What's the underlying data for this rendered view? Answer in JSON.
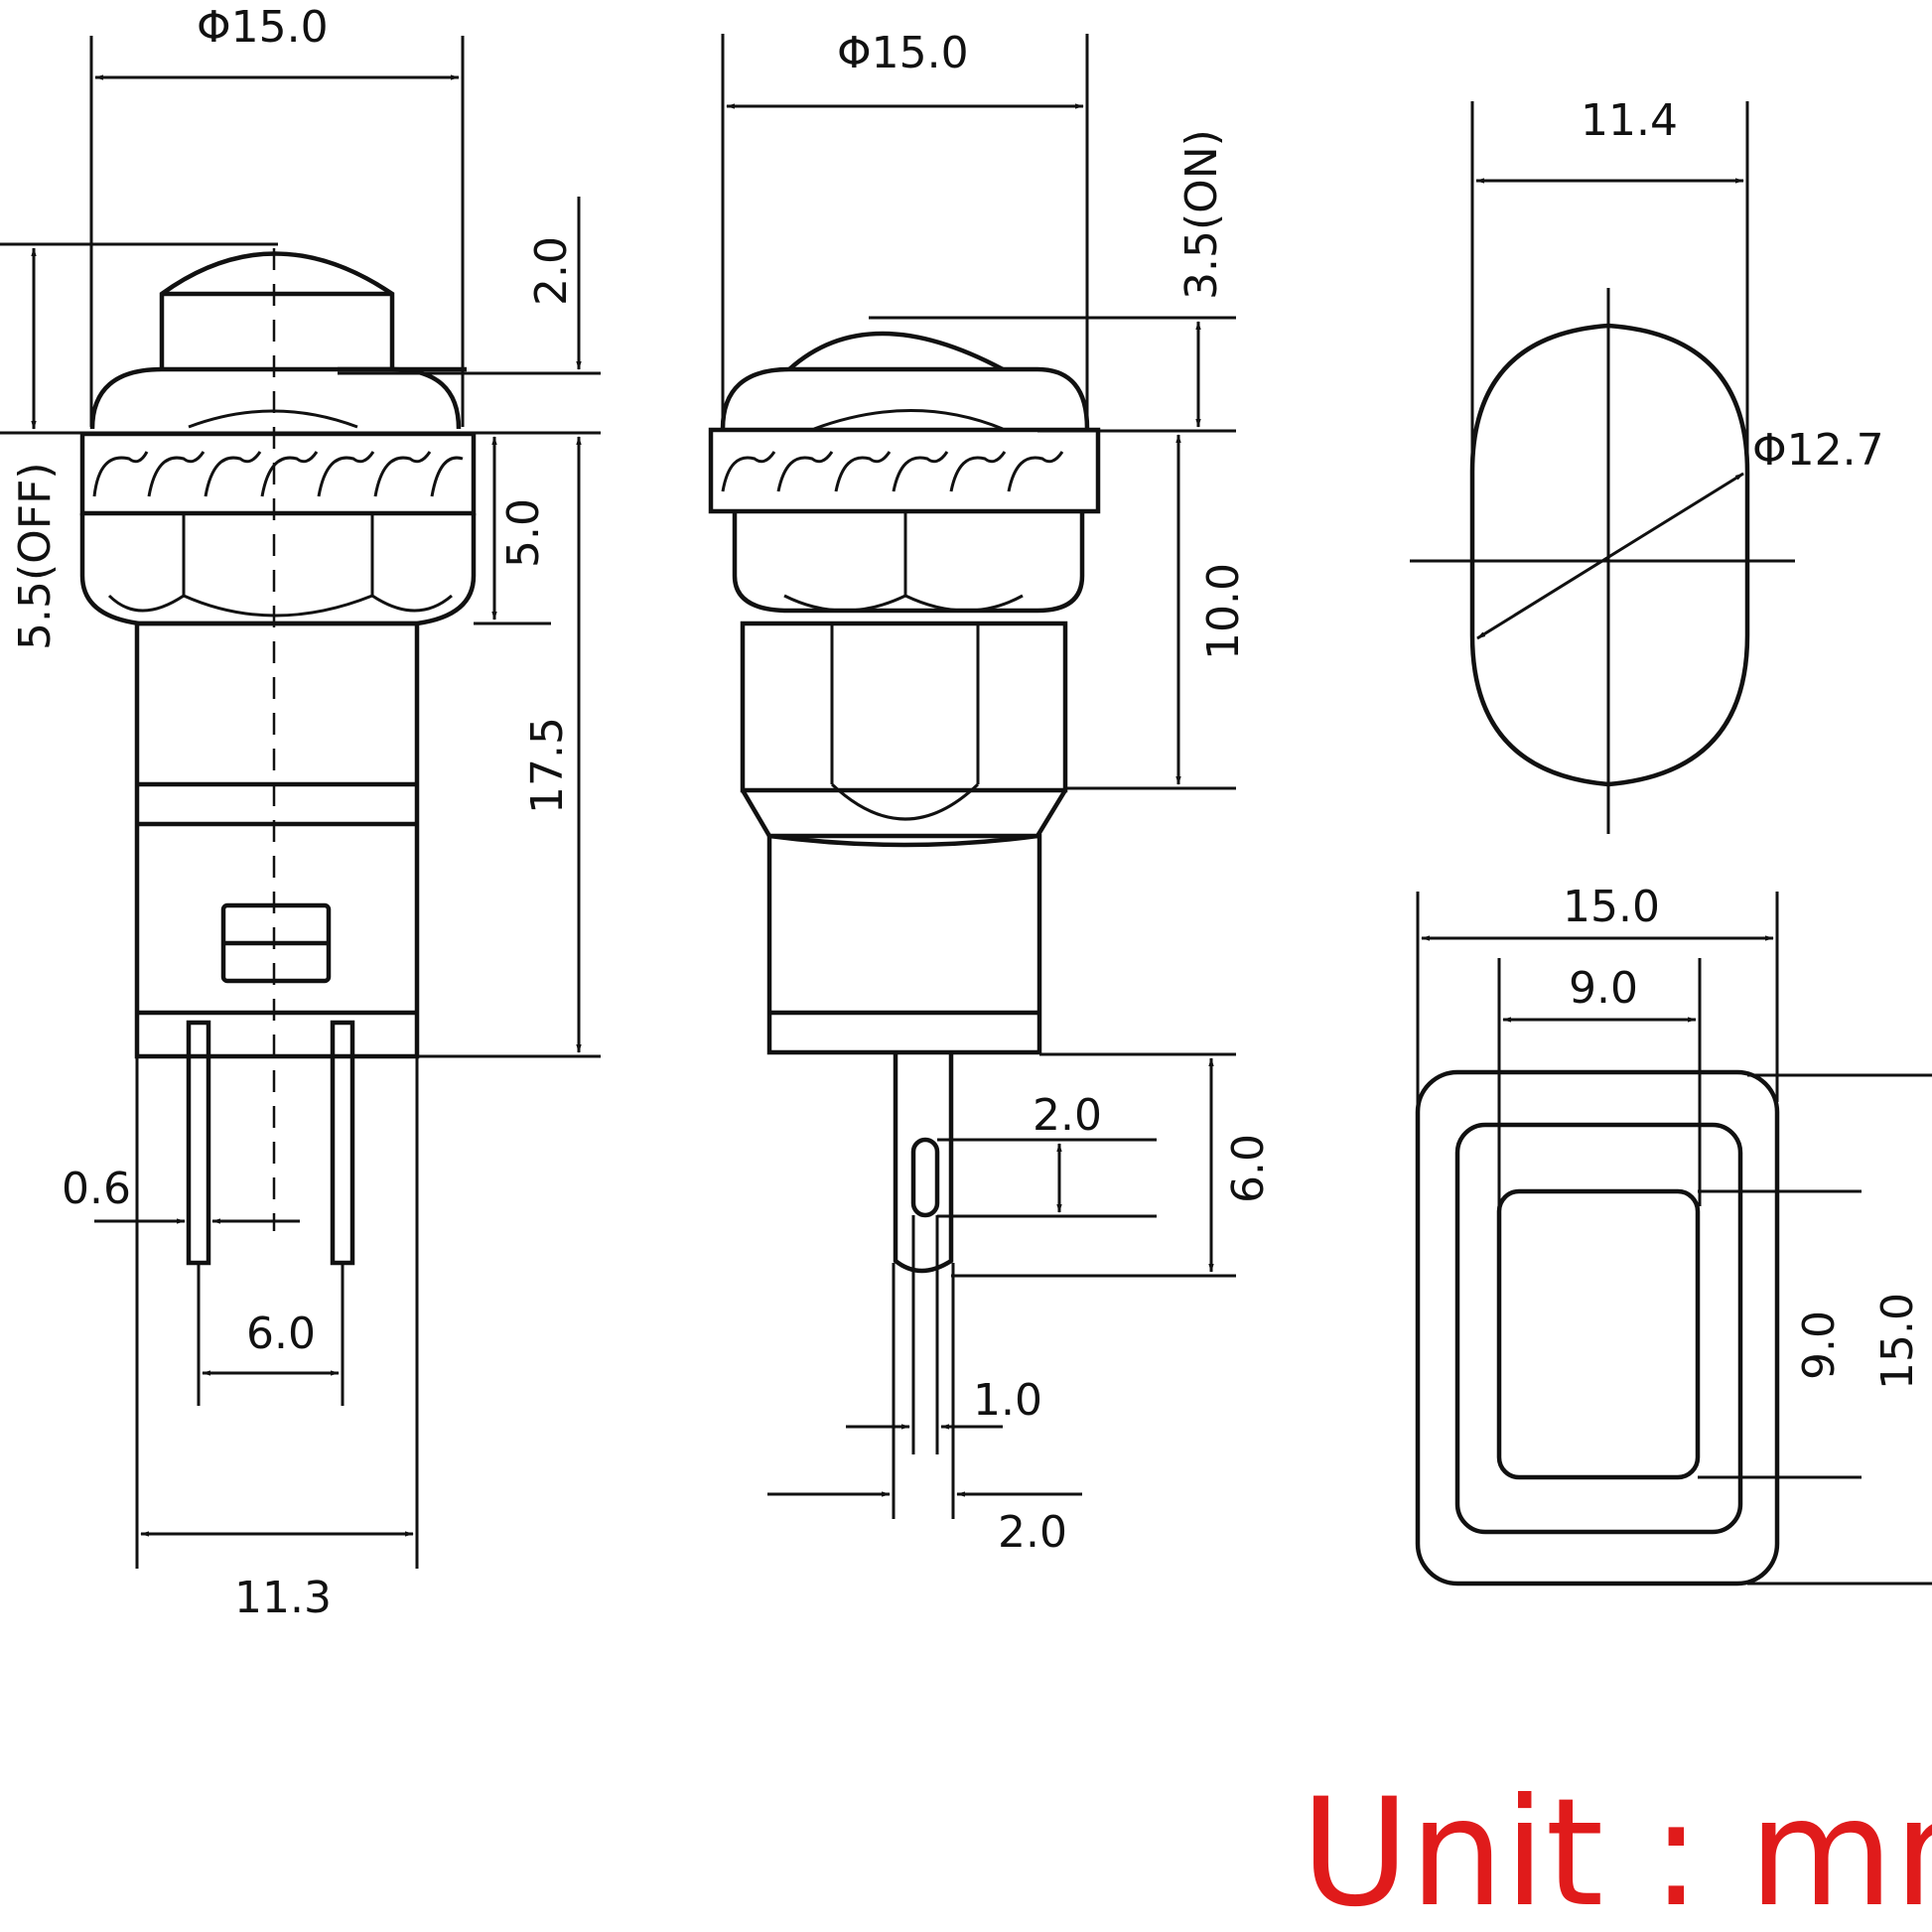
{
  "dimensions": {
    "side_diameter": "Φ15.0",
    "side_cap_height": "2.0",
    "side_off_travel": "5.5(OFF)",
    "side_flange_height": "5.0",
    "side_body_height": "17.5",
    "side_pin_width": "0.6",
    "side_pin_pitch": "6.0",
    "side_body_width": "11.3",
    "front_diameter": "Φ15.0",
    "front_on_travel": "3.5(ON)",
    "front_nut_height": "10.0",
    "front_slot_height": "2.0",
    "front_pin_length": "6.0",
    "front_pin_thickness": "1.0",
    "front_pin_width": "2.0",
    "top_width": "11.4",
    "top_diameter": "Φ12.7",
    "square_outer_width": "15.0",
    "square_inner_width": "9.0",
    "square_inner_height": "9.0",
    "square_outer_height": "15.0"
  },
  "unit_label": "Unit : mm",
  "colors": {
    "line": "#111111",
    "unit_text": "#e01b1b"
  }
}
